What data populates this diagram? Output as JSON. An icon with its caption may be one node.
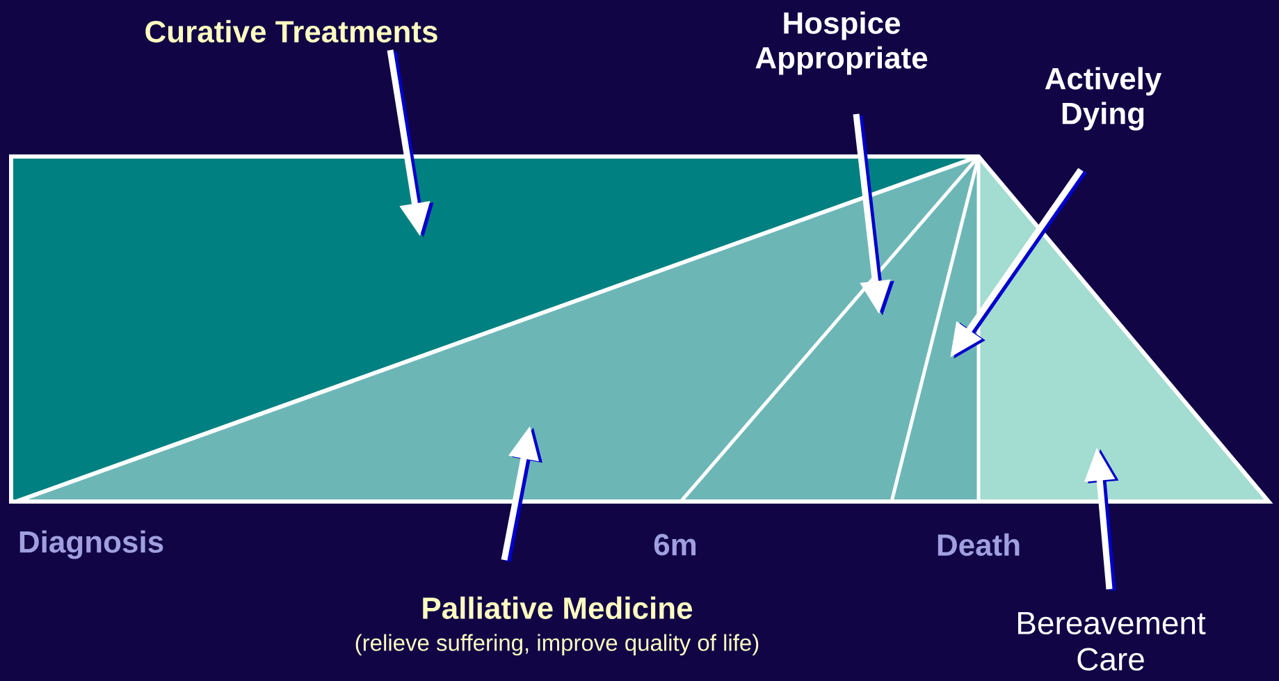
{
  "diagram": {
    "nodes": [
      {
        "text": [
          "Curative Treatments"
        ]
      },
      {
        "text": [
          "Hospice Appropriate"
        ]
      },
      {
        "text": [
          "Actively Dying"
        ]
      },
      {
        "text": [
          "Palliative Medicine",
          "(relieve suffering, improve quality of life)"
        ]
      },
      {
        "text": [
          "Bereavement Care"
        ]
      }
    ],
    "edges": [
      {
        "from": 0,
        "to": null,
        "arrow": "to"
      },
      {
        "from": 1,
        "to": null,
        "arrow": "to"
      },
      {
        "from": 2,
        "to": null,
        "arrow": "to"
      },
      {
        "from": 3,
        "to": null,
        "arrow": "to"
      },
      {
        "from": 4,
        "to": null,
        "arrow": "to"
      }
    ],
    "labels": [
      "Diagnosis",
      "6m",
      "Death"
    ]
  }
}
